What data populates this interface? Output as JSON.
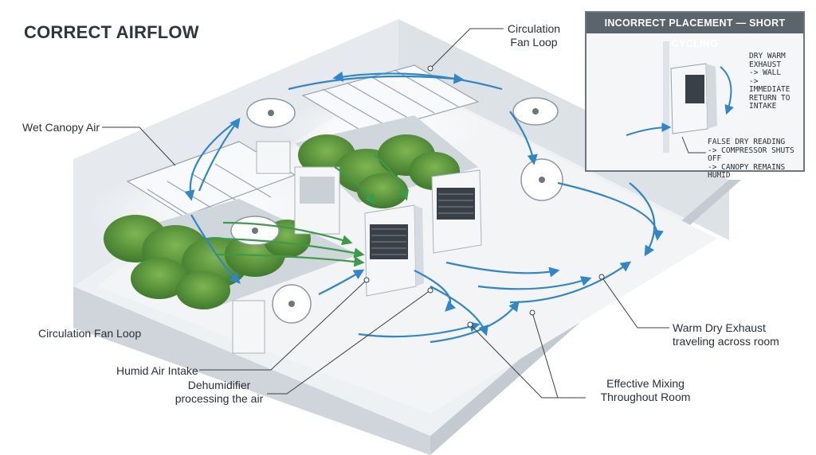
{
  "title": "CORRECT AIRFLOW",
  "labels": {
    "circulation_fan_loop_top": [
      "Circulation",
      "Fan Loop"
    ],
    "wet_canopy_air": "Wet Canopy Air",
    "circulation_fan_loop_left": "Circulation Fan Loop",
    "humid_air_intake": "Humid Air Intake",
    "dehumidifier": [
      "Dehumidifier",
      "processing the air"
    ],
    "effective_mixing": [
      "Effective Mixing",
      "Throughout Room"
    ],
    "warm_dry_exhaust": [
      "Warm Dry Exhaust",
      "traveling across room"
    ]
  },
  "inset": {
    "header": "INCORRECT PLACEMENT — SHORT CYCLING",
    "exhaust_note": [
      "DRY WARM",
      "EXHAUST",
      "-> WALL",
      "-> IMMEDIATE",
      "RETURN TO",
      "INTAKE"
    ],
    "reading_note": [
      "FALSE DRY READING",
      "-> COMPRESSOR SHUTS OFF",
      "-> CANOPY REMAINS HUMID"
    ]
  },
  "colors": {
    "flow_blue": "#2f86c8",
    "canopy_green": "#3d9a4a",
    "wall": "#e4e8ec",
    "floor": "#eef1f4",
    "plant": "#5a8f3a"
  },
  "icons": {
    "dehumidifier": "dehumidifier-icon",
    "fan": "fan-icon",
    "grow_light": "grow-light-icon",
    "plant": "plant-icon"
  }
}
